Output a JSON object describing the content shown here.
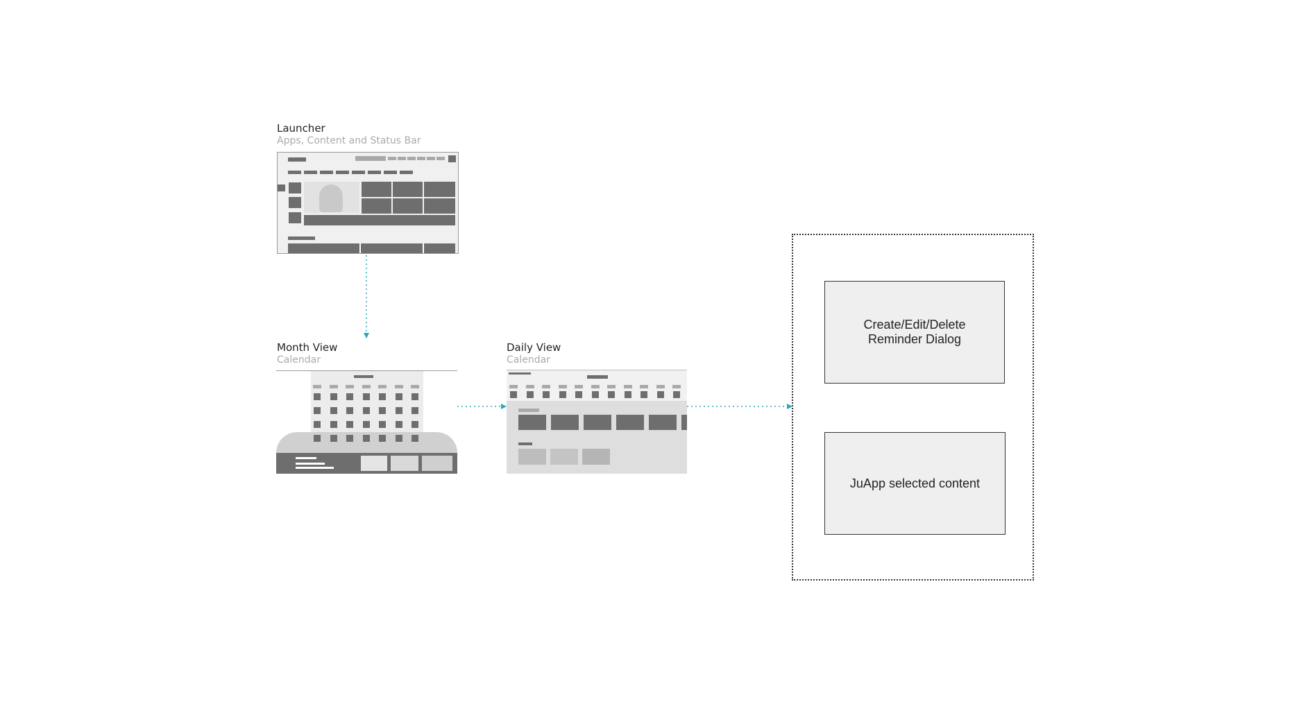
{
  "screens": {
    "launcher": {
      "title": "Launcher",
      "subtitle": "Apps, Content and Status Bar"
    },
    "month_view": {
      "title": "Month View",
      "subtitle": "Calendar"
    },
    "daily_view": {
      "title": "Daily View",
      "subtitle": "Calendar"
    }
  },
  "dialogs": [
    {
      "label": "Create/Edit/Delete\nReminder Dialog"
    },
    {
      "label": "JuApp selected content"
    }
  ],
  "connectors": [
    {
      "from": "launcher",
      "to": "month_view"
    },
    {
      "from": "month_view",
      "to": "daily_view"
    },
    {
      "from": "daily_view",
      "to": "dialog-group"
    }
  ],
  "colors": {
    "connector": "#2aa7b8",
    "wireframe_dark": "#6e6e6e",
    "wireframe_light": "#d9d9d9",
    "dialog_fill": "#efefef"
  }
}
